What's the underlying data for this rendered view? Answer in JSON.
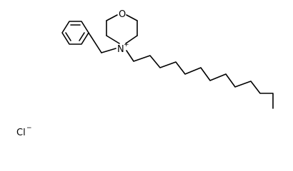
{
  "molecule": {
    "atoms": {
      "oxygen": "O",
      "nitrogen": "N",
      "nitrogen_charge": "+",
      "chloride": "Cl",
      "chloride_charge": "−"
    }
  }
}
